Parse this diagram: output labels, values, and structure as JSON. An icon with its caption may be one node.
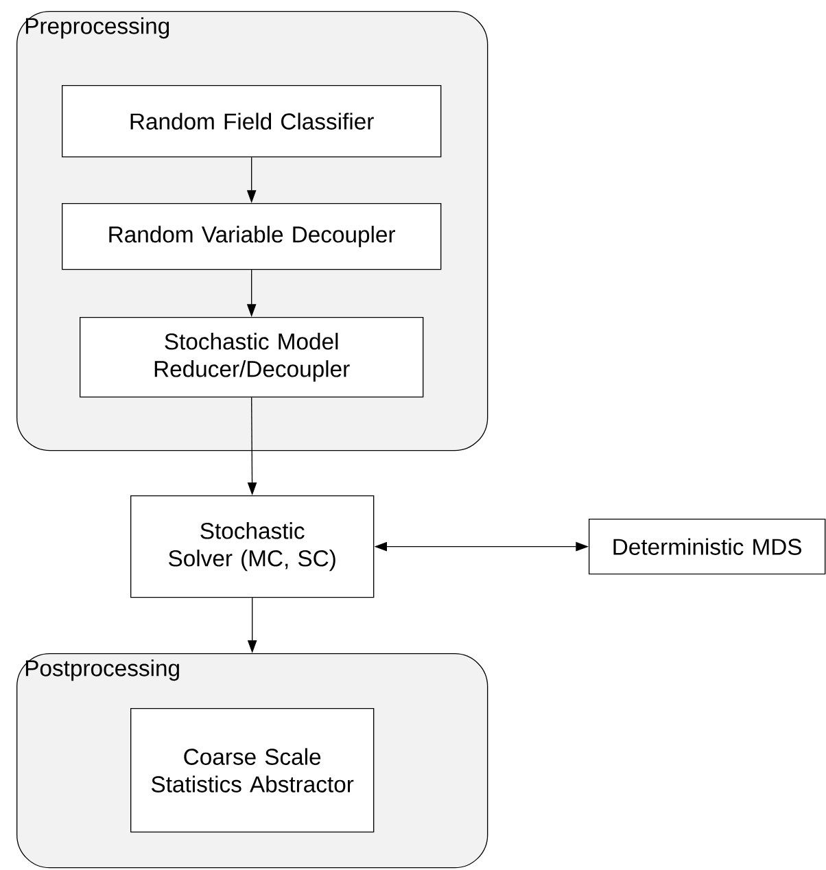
{
  "diagram": {
    "nodes": [
      {
        "text": [
          "Preprocessing"
        ]
      },
      {
        "text": [
          "Random Field Classifier"
        ],
        "in": 0
      },
      {
        "text": [
          "Random Variable Decoupler"
        ],
        "in": 0
      },
      {
        "text": [
          "Stochastic Model Reducer/Decoupler"
        ],
        "in": 0
      },
      {
        "text": [
          "Stochastic Solver (MC, SC)"
        ]
      },
      {
        "text": [
          "Deterministic MDS"
        ]
      },
      {
        "text": [
          "Postprocessing"
        ]
      },
      {
        "text": [
          "Coarse Scale Statistics Abstractor"
        ],
        "in": 6
      }
    ],
    "edges": [
      {
        "from": 1,
        "to": 2,
        "arrow": "to"
      },
      {
        "from": 2,
        "to": 3,
        "arrow": "to"
      },
      {
        "from": 3,
        "to": 4,
        "arrow": "to"
      },
      {
        "from": 4,
        "to": 5,
        "arrow": "both"
      },
      {
        "from": 4,
        "to": 6,
        "arrow": "to"
      }
    ]
  }
}
